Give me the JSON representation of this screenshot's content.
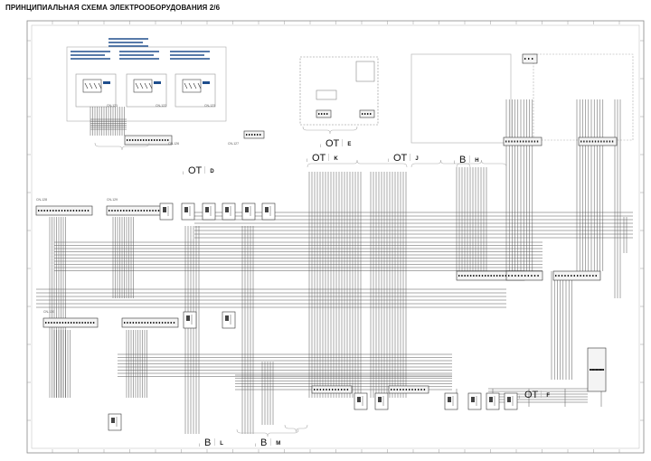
{
  "title": "ПРИНЦИПИАЛЬНАЯ СХЕМА ЭЛЕКТРООБОРУДОВАНИЯ 2/6",
  "colors": {
    "wire": "#555555",
    "frame": "#777777",
    "dashed": "#aaaaaa",
    "accent_label": "#1f4e8c",
    "connector": "#333333"
  },
  "section_markers": [
    {
      "id": "E",
      "prefix": "OT",
      "letter": "E"
    },
    {
      "id": "K",
      "prefix": "OT",
      "letter": "K"
    },
    {
      "id": "J",
      "prefix": "OT",
      "letter": "J"
    },
    {
      "id": "H",
      "prefix": "B",
      "letter": "H"
    },
    {
      "id": "D",
      "prefix": "OT",
      "letter": "D"
    },
    {
      "id": "F",
      "prefix": "OT",
      "letter": "F"
    },
    {
      "id": "L",
      "prefix": "B",
      "letter": "L"
    },
    {
      "id": "M",
      "prefix": "B",
      "letter": "M"
    }
  ],
  "connector_codes": [
    "CN-121",
    "CN-122",
    "CN-123",
    "CN-126",
    "CN-127",
    "CN-128",
    "CN-129",
    "CN-130"
  ]
}
